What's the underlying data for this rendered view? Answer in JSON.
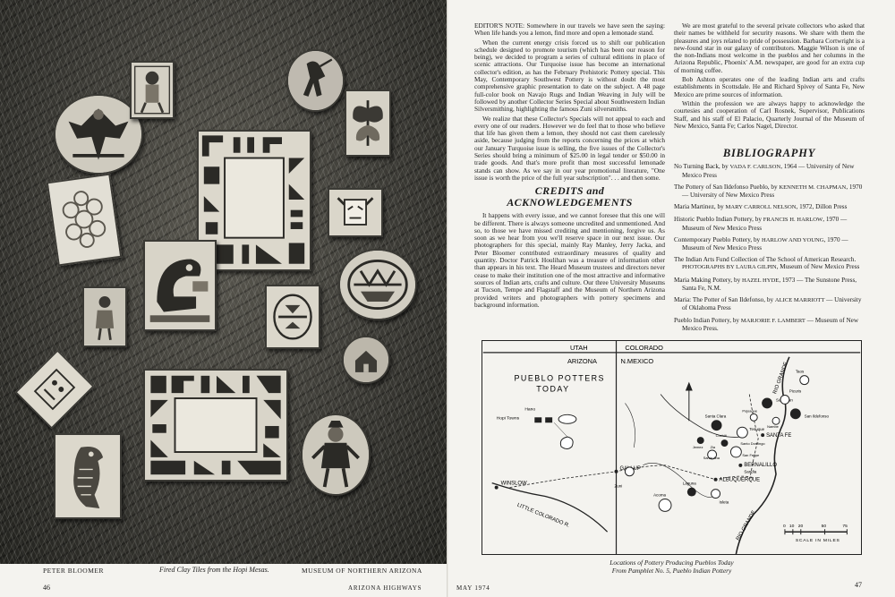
{
  "left_page": {
    "photo": {
      "tiles": [
        "thunderbird-tile",
        "animal-figure-tile",
        "kokopelli-tile",
        "butterfly-tile",
        "frame-tile-top",
        "flower-tile",
        "kachina-face-tile",
        "bird-motif-tile",
        "round-bowl-motif-tile",
        "figure-tile-small",
        "square-motif-tile",
        "frame-tile-bottom",
        "diamond-face-tile",
        "house-tile",
        "eagle-tile",
        "clown-figure-tile"
      ]
    },
    "photographer": "PETER BLOOMER",
    "caption": "Fired Clay Tiles from the Hopi Mesas.",
    "source": "MUSEUM OF NORTHERN ARIZONA",
    "page_number": "46",
    "magazine": "ARIZONA HIGHWAYS"
  },
  "right_page": {
    "editors_note": {
      "p1": "EDITOR'S NOTE: Somewhere in our travels we have seen the saying: When life hands you a lemon, find more and open a lemonade stand.",
      "p2": "When the current energy crisis forced us to shift our publication schedule designed to promote tourism (which has been our reason for being), we decided to program a series of cultural editions in place of scenic attractions. Our Turquoise issue has become an international collector's edition, as has the February Prehistoric Pottery special. This May, Contemporary Southwest Pottery is without doubt the most comprehensive graphic presentation to date on the subject. A 48 page full-color book on Navajo Rugs and Indian Weaving in July will be followed by another Collector Series Special about Southwestern Indian Silversmithing, highlighting the famous Zuni silversmiths.",
      "p3": "We realize that these Collector's Specials will not appeal to each and every one of our readers. However we do feel that to those who believe that life has given them a lemon, they should not cast them carelessly aside, because judging from the reports concerning the prices at which our January Turquoise issue is selling, the five issues of the Collector's Series should bring a minimum of $25.00 in legal tender or $50.00 in trade goods. And that's more profit than most successful lemonade stands can show. As we say in our year promotional literature, \"One issue is worth the price of the full year subscription\". . . and then some."
    },
    "credits": {
      "title_line1": "CREDITS and",
      "title_line2": "ACKNOWLEDGEMENTS",
      "p1": "It happens with every issue, and we cannot foresee that this one will be different. There is always someone uncredited and unmentioned. And so, to those we have missed crediting and mentioning, forgive us. As soon as we hear from you we'll reserve space in our next issue. Our photographers for this special, mainly Ray Manley, Jerry Jacka, and Peter Bloomer contributed extraordinary measures of quality and quantity. Doctor Patrick Houlihan was a treasure of information other than appears in his text. The Heard Museum trustees and directors never cease to make their institution one of the most attractive and informative sources of Indian arts, crafts and culture. Our three University Museums at Tucson, Tempe and Flagstaff and the Museum of Northern Arizona provided writers and photographers with pottery specimens and background information.",
      "p2": "We are most grateful to the several private collectors who asked that their names be withheld for security reasons. We share with them the pleasures and joys related to pride of possession. Barbara Cortwright is a new-found star in our galaxy of contributors. Maggie Wilson is one of the non-Indians most welcome in the pueblos and her columns in the Arizona Republic, Phoenix' A.M. newspaper, are good for an extra cup of morning coffee.",
      "p3": "Bob Ashton operates one of the leading Indian arts and crafts establishments in Scottsdale. He and Richard Spivey of Santa Fe, New Mexico are prime sources of information.",
      "p4": "Within the profession we are always happy to acknowledge the courtesies and cooperation of Carl Rosnek, Supervisor, Publications Staff, and his staff of El Palacio, Quarterly Journal of the Museum of New Mexico, Santa Fe; Carlos Nagel, Director."
    },
    "bibliography": {
      "title": "BIBLIOGRAPHY",
      "entries": [
        {
          "pre": "No Turning Back, by ",
          "author": "VADA F. CARLSON",
          "post": ", 1964 — University of New Mexico Press"
        },
        {
          "pre": "The Pottery of San Ildefonso Pueblo, by ",
          "author": "KENNETH M. CHAPMAN",
          "post": ", 1970 — University of New Mexico Press"
        },
        {
          "pre": "Maria Martinez, by ",
          "author": "MARY CARROLL NELSON",
          "post": ", 1972, Dillon Press"
        },
        {
          "pre": "Historic Pueblo Indian Pottery, by ",
          "author": "FRANCIS H. HARLOW",
          "post": ", 1970 — Museum of New Mexico Press"
        },
        {
          "pre": "Contemporary Pueblo Pottery, by ",
          "author": "HARLOW AND YOUNG",
          "post": ", 1970 — Museum of New Mexico Press"
        },
        {
          "pre": "The Indian Arts Fund Collection of The School of American Research. ",
          "author": "PHOTOGRAPHS BY LAURA GILPIN",
          "post": ", Museum of New Mexico Press"
        },
        {
          "pre": "Maria Making Pottery, by ",
          "author": "HAZEL HYDE",
          "post": ", 1973 — The Sunstone Press, Santa Fe, N.M."
        },
        {
          "pre": "Maria: The Potter of San Ildefonso, by ",
          "author": "ALICE MARRIOTT",
          "post": " — University of Oklahoma Press"
        },
        {
          "pre": "Pueblo Indian Pottery, by ",
          "author": "MARJORIE F. LAMBERT",
          "post": " — Museum of New Mexico Press."
        }
      ]
    },
    "map": {
      "title_line1": "PUEBLO POTTERS",
      "title_line2": "TODAY",
      "states": {
        "utah": "UTAH",
        "colorado": "COLORADO",
        "arizona": "ARIZONA",
        "new_mexico": "N.MEXICO"
      },
      "rivers": {
        "little_colorado": "LITTLE COLORADO R.",
        "rio_grande_north": "RIO GRANDE",
        "rio_grande_south": "RIO GRANDE"
      },
      "towns": {
        "hopi_towns": "Hopi Towns",
        "hano": "Hano",
        "winslow": "WINSLOW",
        "gallup": "GALLUP",
        "zuni": "Zuni",
        "acoma": "Acoma",
        "laguna": "Laguna",
        "isleta": "Isleta",
        "albuquerque": "ALBUQUERQUE",
        "bernalillo": "BERNALILLO",
        "sandia": "Sandia",
        "jemez": "Jemez",
        "zia": "Zia",
        "santo_domingo": "Santo Domingo",
        "san_felipe": "San Felipe",
        "cochiti": "Cochiti",
        "santa_ana": "Santa Ana",
        "santa_fe": "SANTA FE",
        "santa_clara": "Santa Clara",
        "tesuque": "Tesuque",
        "san_juan": "San Juan",
        "san_ildefonso": "San Ildefonso",
        "picuris": "Picuris",
        "taos": "Taos",
        "pojoaque": "Pojoaque",
        "nambe": "Nambe"
      },
      "scale_ticks": [
        "0",
        "10",
        "20",
        "50",
        "75"
      ],
      "scale_label": "SCALE IN MILES"
    },
    "map_caption_line1": "Locations of Pottery Producing Pueblos Today",
    "map_caption_line2": "From Pamphlet No. 5, Pueblo Indian Pottery",
    "month": "MAY 1974",
    "page_number": "47"
  }
}
